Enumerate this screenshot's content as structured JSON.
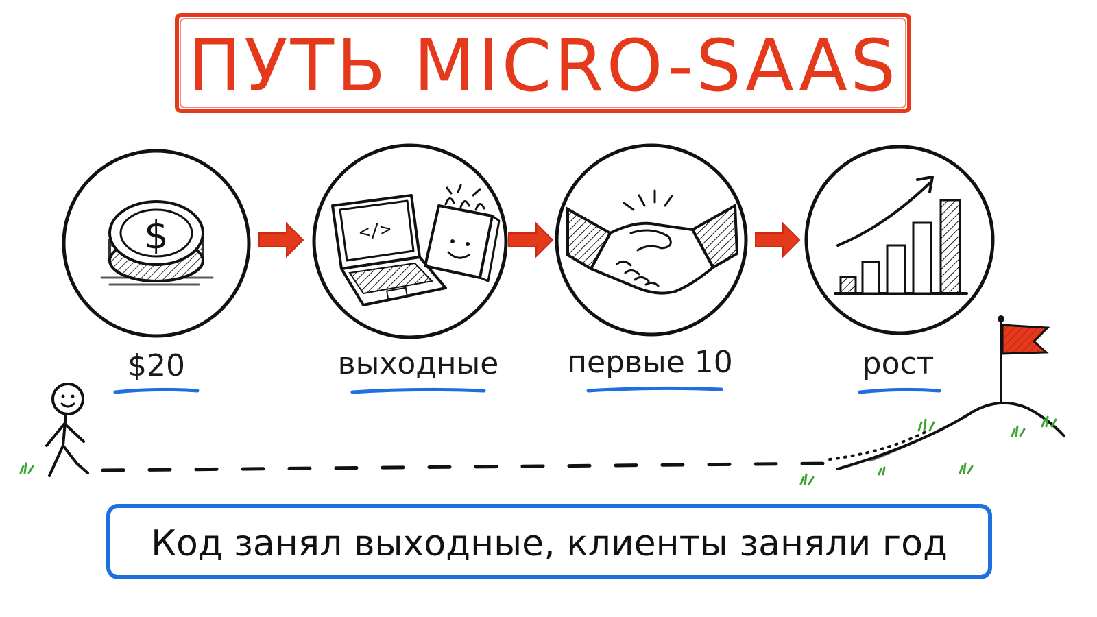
{
  "title": "ПУТЬ MICRO-SAAS",
  "steps": [
    {
      "label": "$20",
      "icon": "coin-icon"
    },
    {
      "label": "выходные",
      "icon": "laptop-calendar-icon"
    },
    {
      "label": "первые 10",
      "icon": "handshake-icon"
    },
    {
      "label": "рост",
      "icon": "growth-chart-icon"
    }
  ],
  "caption": "Код занял выходные, клиенты заняли год",
  "coin_symbol": "$",
  "code_symbol": "</>",
  "colors": {
    "title": "#e5391c",
    "arrow": "#e5391c",
    "underline": "#1e6fe0",
    "caption_border": "#1e6fe0",
    "flag": "#e5391c",
    "grass": "#3aa534",
    "ink": "#111111"
  }
}
